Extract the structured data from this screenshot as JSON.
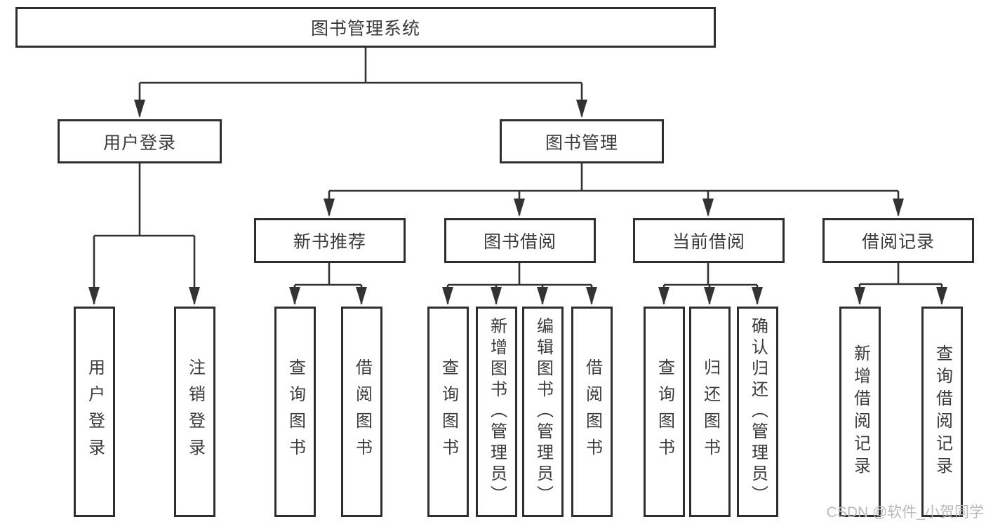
{
  "colors": {
    "line": "#333333",
    "border": "#2e2e2e",
    "text": "#3a3a3a",
    "watermark": "#b8babc",
    "background": "#ffffff"
  },
  "tree": {
    "root": {
      "label": "图书管理系统",
      "children": [
        {
          "label": "用户登录",
          "children": [
            {
              "label": "用户登录"
            },
            {
              "label": "注销登录"
            }
          ]
        },
        {
          "label": "图书管理",
          "children": [
            {
              "label": "新书推荐",
              "children": [
                {
                  "label": "查询图书"
                },
                {
                  "label": "借阅图书"
                }
              ]
            },
            {
              "label": "图书借阅",
              "children": [
                {
                  "label": "查询图书"
                },
                {
                  "label": "新增图书（管理员）"
                },
                {
                  "label": "编辑图书（管理员）"
                },
                {
                  "label": "借阅图书"
                }
              ]
            },
            {
              "label": "当前借阅",
              "children": [
                {
                  "label": "查询图书"
                },
                {
                  "label": "归还图书"
                },
                {
                  "label": "确认归还（管理员）"
                }
              ]
            },
            {
              "label": "借阅记录",
              "children": [
                {
                  "label": "新增借阅记录"
                },
                {
                  "label": "查询借阅记录"
                }
              ]
            }
          ]
        }
      ]
    }
  },
  "watermark": {
    "text": "CSDN @软件_小贺同学"
  }
}
